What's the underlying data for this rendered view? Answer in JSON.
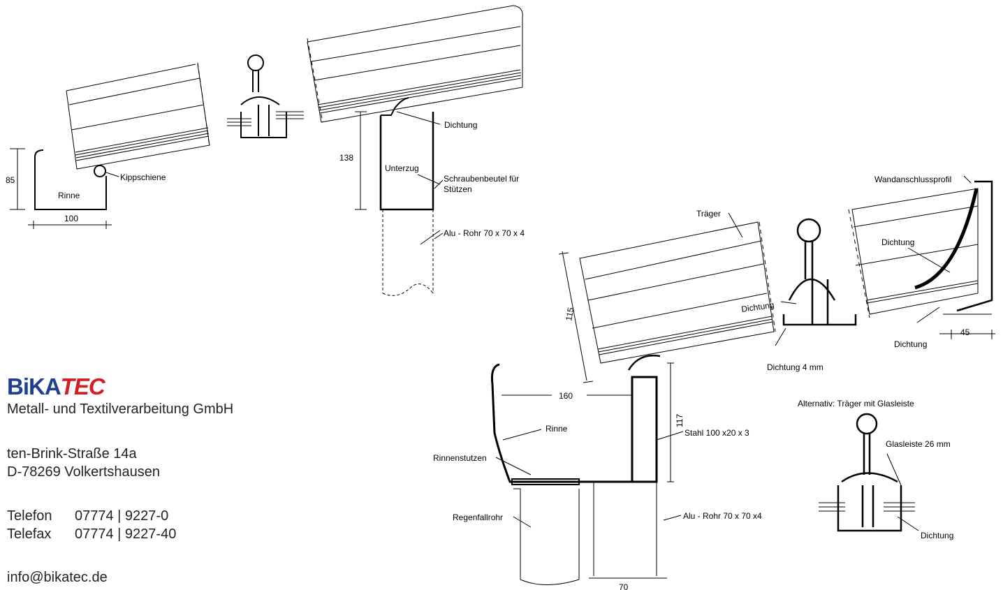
{
  "company": {
    "logo_part1": "BiKA",
    "logo_part2": "TEC",
    "name": "Metall- und Textilverarbeitung GmbH",
    "street": "ten-Brink-Straße 14a",
    "city": "D-78269 Volkertshausen",
    "phone_label": "Telefon",
    "phone": "07774 | 9227-0",
    "fax_label": "Telefax",
    "fax": "07774 | 9227-40",
    "email": "info@bikatec.de"
  },
  "colors": {
    "logo_blue": "#1f3f8f",
    "logo_red": "#d21f26",
    "line": "#000000"
  },
  "labels": {
    "dichtung_top": "Dichtung",
    "unterzug": "Unterzug",
    "schraubenbeutel_1": "Schraubenbeutel für",
    "schraubenbeutel_2": "Stützen",
    "alu_rohr_top": "Alu - Rohr 70 x 70 x 4",
    "kippschiene": "Kippschiene",
    "rinne_top": "Rinne",
    "dim_85": "85",
    "dim_100": "100",
    "dim_138": "138",
    "traeger": "Träger",
    "dichtung_mid": "Dichtung",
    "dichtung_4mm": "Dichtung 4 mm",
    "wandanschluss": "Wandanschlussprofil",
    "dichtung_wall": "Dichtung",
    "dichtung_bottom_right": "Dichtung",
    "dim_45": "45",
    "dim_115": "115",
    "dim_160": "160",
    "dim_117": "117",
    "rinne_bottom": "Rinne",
    "rinnenstutzen": "Rinnenstutzen",
    "stahl": "Stahl 100 x20 x 3",
    "regenfallrohr": "Regenfallrohr",
    "alu_rohr_bottom": "Alu - Rohr 70 x 70 x4",
    "dim_70": "70",
    "alternativ": "Alternativ: Träger mit Glasleiste",
    "glasleiste": "Glasleiste 26 mm",
    "dichtung_alt": "Dichtung"
  }
}
